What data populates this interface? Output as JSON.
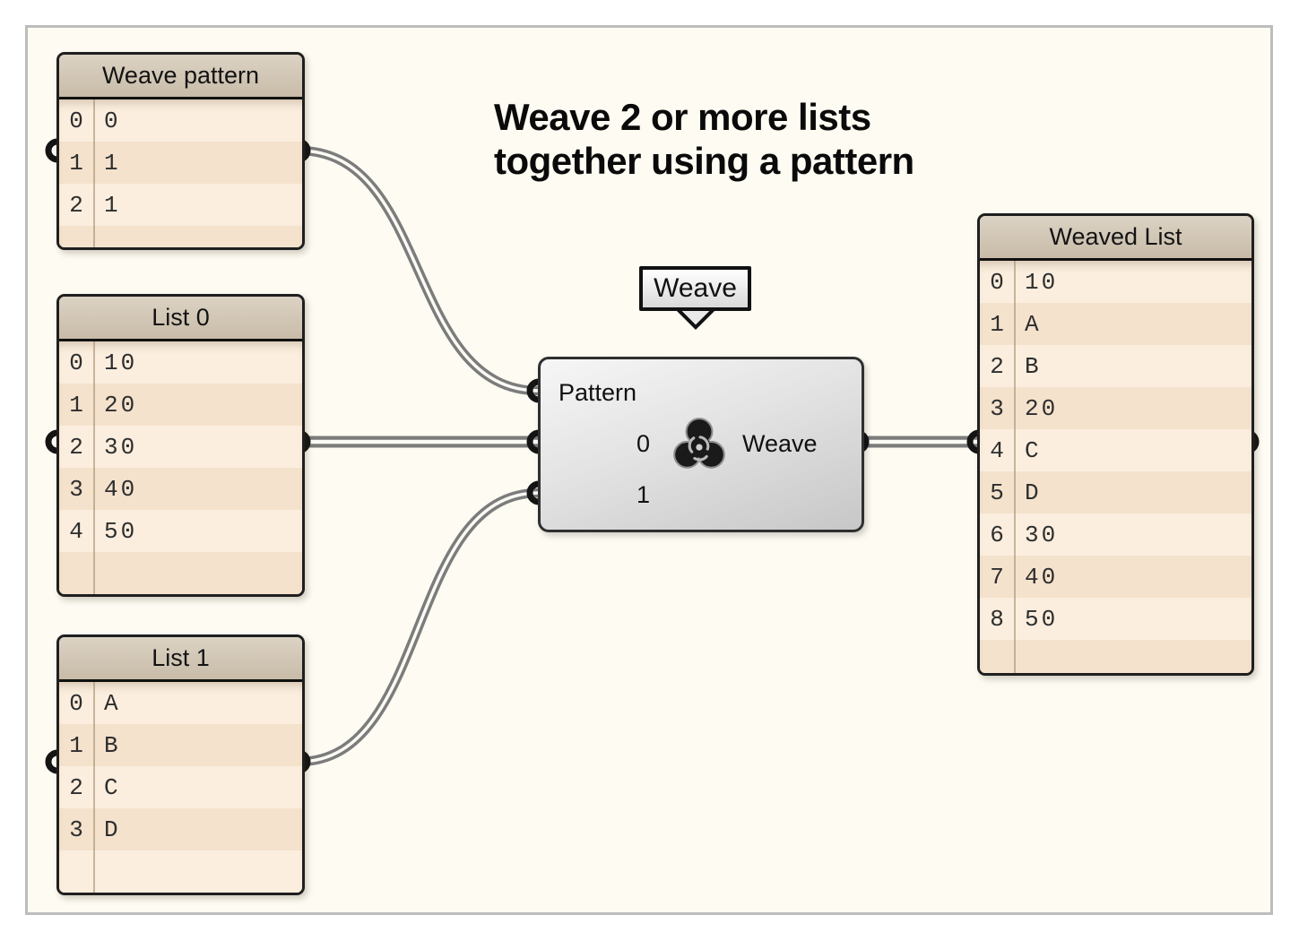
{
  "title": {
    "line1": "Weave 2 or more lists",
    "line2": "together using a pattern"
  },
  "tooltip": {
    "label": "Weave"
  },
  "panels": [
    {
      "title": "Weave pattern",
      "rows": [
        {
          "index": "0",
          "value": "0"
        },
        {
          "index": "1",
          "value": "1"
        },
        {
          "index": "2",
          "value": "1"
        }
      ]
    },
    {
      "title": "List 0",
      "rows": [
        {
          "index": "0",
          "value": "10"
        },
        {
          "index": "1",
          "value": "20"
        },
        {
          "index": "2",
          "value": "30"
        },
        {
          "index": "3",
          "value": "40"
        },
        {
          "index": "4",
          "value": "50"
        }
      ]
    },
    {
      "title": "List 1",
      "rows": [
        {
          "index": "0",
          "value": "A"
        },
        {
          "index": "1",
          "value": "B"
        },
        {
          "index": "2",
          "value": "C"
        },
        {
          "index": "3",
          "value": "D"
        }
      ]
    },
    {
      "title": "Weaved List",
      "rows": [
        {
          "index": "0",
          "value": "10"
        },
        {
          "index": "1",
          "value": "A"
        },
        {
          "index": "2",
          "value": "B"
        },
        {
          "index": "3",
          "value": "20"
        },
        {
          "index": "4",
          "value": "C"
        },
        {
          "index": "5",
          "value": "D"
        },
        {
          "index": "6",
          "value": "30"
        },
        {
          "index": "7",
          "value": "40"
        },
        {
          "index": "8",
          "value": "50"
        }
      ]
    }
  ],
  "component": {
    "inputs": [
      "Pattern",
      "0",
      "1"
    ],
    "output": "Weave",
    "icon": "weave-knot-icon"
  },
  "colors": {
    "canvas_background": "#FDFBF2",
    "panel_header": "#CDC1AE",
    "panel_row_light": "#FBEEDE",
    "panel_row_dark": "#F4E2CD",
    "wire": "#7C7C7C",
    "wire_core": "#FBFAF4",
    "grip": "#141414",
    "component_fill": "#DEDEDE"
  }
}
